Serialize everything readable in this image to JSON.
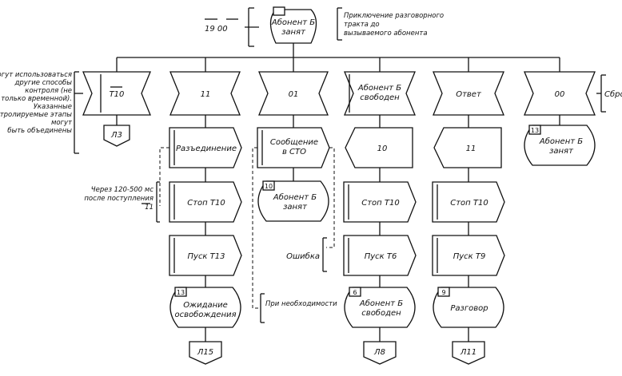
{
  "header": {
    "signals": "19 00",
    "state_label": "Абонент Б занят",
    "state_num": "",
    "note": "Приключение разговорного тракта до вызываемого абонента"
  },
  "cols": [
    {
      "receive": "Т10",
      "receive_overline": true,
      "connector": "Л3"
    },
    {
      "receive": "11",
      "task1": "Разъединение",
      "task2": "Стоп Т10",
      "task3": "Пуск Т13",
      "state_num": "13",
      "state": "Ожидание освобождения",
      "connector": "Л15"
    },
    {
      "receive": "01",
      "task1": "Сообщение в СТО",
      "state_num": "10",
      "state": "Абонент Б занят"
    },
    {
      "receive": "Абонент Б свободен",
      "send": "10",
      "task2": "Стоп Т10",
      "task3": "Пуск Т6",
      "state_num": "6",
      "state": "Абонент Б свободен",
      "connector": "Л8"
    },
    {
      "receive": "Ответ",
      "send": "11",
      "task2": "Стоп Т10",
      "task3": "Пуск Т9",
      "state_num": "9",
      "state": "Разговор",
      "connector": "Л11"
    },
    {
      "receive": "00",
      "state_num": "13",
      "state": "Абонент Б занят"
    }
  ],
  "notes": {
    "left": "Могут использоваться другие способы контроля (не только временной). Указанные контролируемые этапы могут быть объединены",
    "delay": "Через 120-500 мс после поступления 11",
    "error": "Ошибка",
    "need": "При необходимости",
    "right": "Сброс"
  }
}
